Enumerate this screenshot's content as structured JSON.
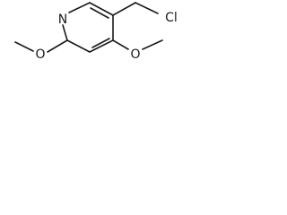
{
  "molecule": {
    "atoms": {
      "ring_nitrogen": "N",
      "chlorine": "Cl",
      "methoxy_oxygen_left": "O",
      "methoxy_oxygen_right": "O"
    }
  },
  "colors": {
    "bond": "#1a1a1a",
    "label": "#1a1a1a",
    "background": "#ffffff"
  }
}
